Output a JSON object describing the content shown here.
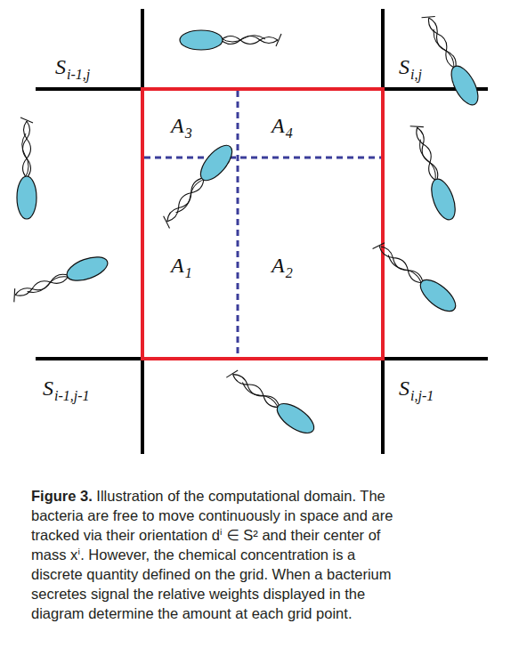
{
  "diagram": {
    "caption": "Figure 3. Illustration of the computational domain. The bacteria are free to move continuously in space and are tracked via their orientation dⁱ ∈ S² and their center of mass xⁱ. However, the chemical concentration is a discrete quantity defined on the grid. When a bacterium secretes signal the relative weights displayed in the diagram determine the amount at each grid point.",
    "labels": [
      "S",
      "i-1,j",
      "S",
      "i,j",
      "A",
      "3",
      "A",
      "4",
      "A",
      "1",
      "A",
      "2",
      "S",
      "i-1,j-1",
      "S",
      "i,j-1"
    ]
  }
}
